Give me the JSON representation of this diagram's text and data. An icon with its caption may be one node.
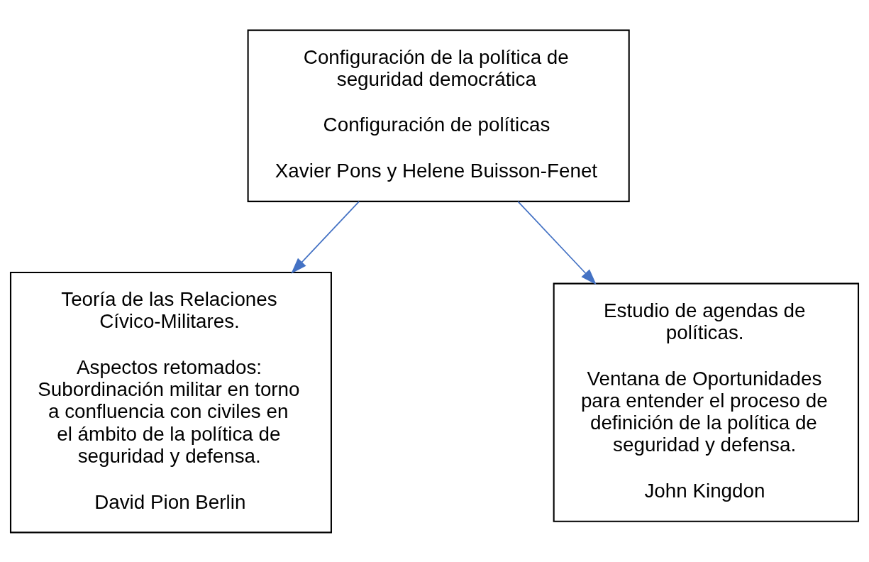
{
  "diagram": {
    "nodes": [
      {
        "text": [
          "Configuración de la política de seguridad democrática",
          "Configuración de políticas",
          "Xavier Pons y Helene Buisson-Fenet"
        ]
      },
      {
        "text": [
          "Teoría de las Relaciones Cívico-Militares.",
          "Aspectos retomados: Subordinación militar en torno a confluencia con civiles en el ámbito de la política de seguridad y defensa.",
          "David Pion Berlin"
        ]
      },
      {
        "text": [
          "Estudio de agendas de políticas.",
          "Ventana de Oportunidades para entender el proceso de definición de la política de seguridad y defensa.",
          "John Kingdon"
        ]
      }
    ],
    "edges": [
      {
        "from": 0,
        "to": 1,
        "arrow": "to"
      },
      {
        "from": 0,
        "to": 2,
        "arrow": "to"
      }
    ]
  }
}
